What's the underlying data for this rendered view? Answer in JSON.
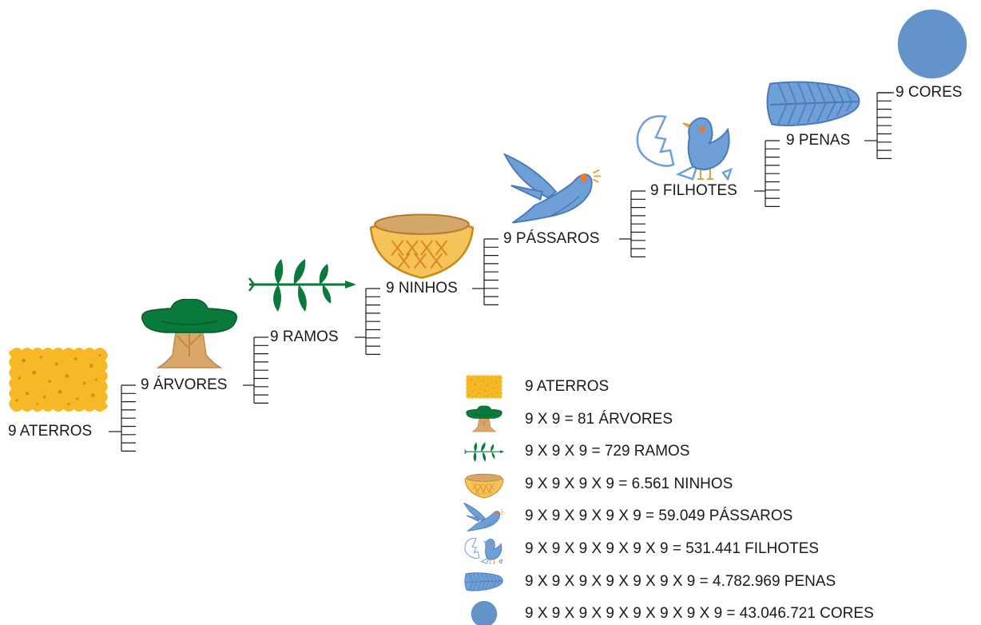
{
  "levels": [
    {
      "label": "9 ATERROS",
      "icon": "sand-icon"
    },
    {
      "label": "9 ÁRVORES",
      "icon": "tree-icon"
    },
    {
      "label": "9 RAMOS",
      "icon": "branch-icon"
    },
    {
      "label": "9 NINHOS",
      "icon": "nest-icon"
    },
    {
      "label": "9 PÁSSAROS",
      "icon": "bird-icon"
    },
    {
      "label": "9 FILHOTES",
      "icon": "chick-icon"
    },
    {
      "label": "9 PENAS",
      "icon": "feather-icon"
    },
    {
      "label": "9 CORES",
      "icon": "color-dot-icon"
    }
  ],
  "legend": [
    {
      "icon": "sand-icon",
      "text": "9 ATERROS"
    },
    {
      "icon": "tree-icon",
      "text": "9 X 9 = 81 ÁRVORES"
    },
    {
      "icon": "branch-icon",
      "text": "9 X 9 X 9 = 729 RAMOS"
    },
    {
      "icon": "nest-icon",
      "text": "9 X 9 X 9 X 9 = 6.561 NINHOS"
    },
    {
      "icon": "bird-icon",
      "text": "9 X 9 X 9 X 9 X 9 = 59.049 PÁSSAROS"
    },
    {
      "icon": "chick-icon",
      "text": "9 X 9 X 9 X 9 X 9 X 9 = 531.441 FILHOTES"
    },
    {
      "icon": "feather-icon",
      "text": "9 X 9 X 9 X 9 X 9 X 9 X 9 = 4.782.969 PENAS"
    },
    {
      "icon": "color-dot-icon",
      "text": "9 X 9 X 9 X 9 X 9 X 9 X 9 X 9 = 43.046.721 CORES"
    }
  ],
  "colors": {
    "sand": "#f6b824",
    "sand_dot": "#d98a1c",
    "tree_green": "#0a7a3a",
    "trunk": "#d9a869",
    "nest": "#f6c25a",
    "blue": "#6e9fd6",
    "blue_dark": "#4a7ab8",
    "line": "#1a1a1a"
  }
}
